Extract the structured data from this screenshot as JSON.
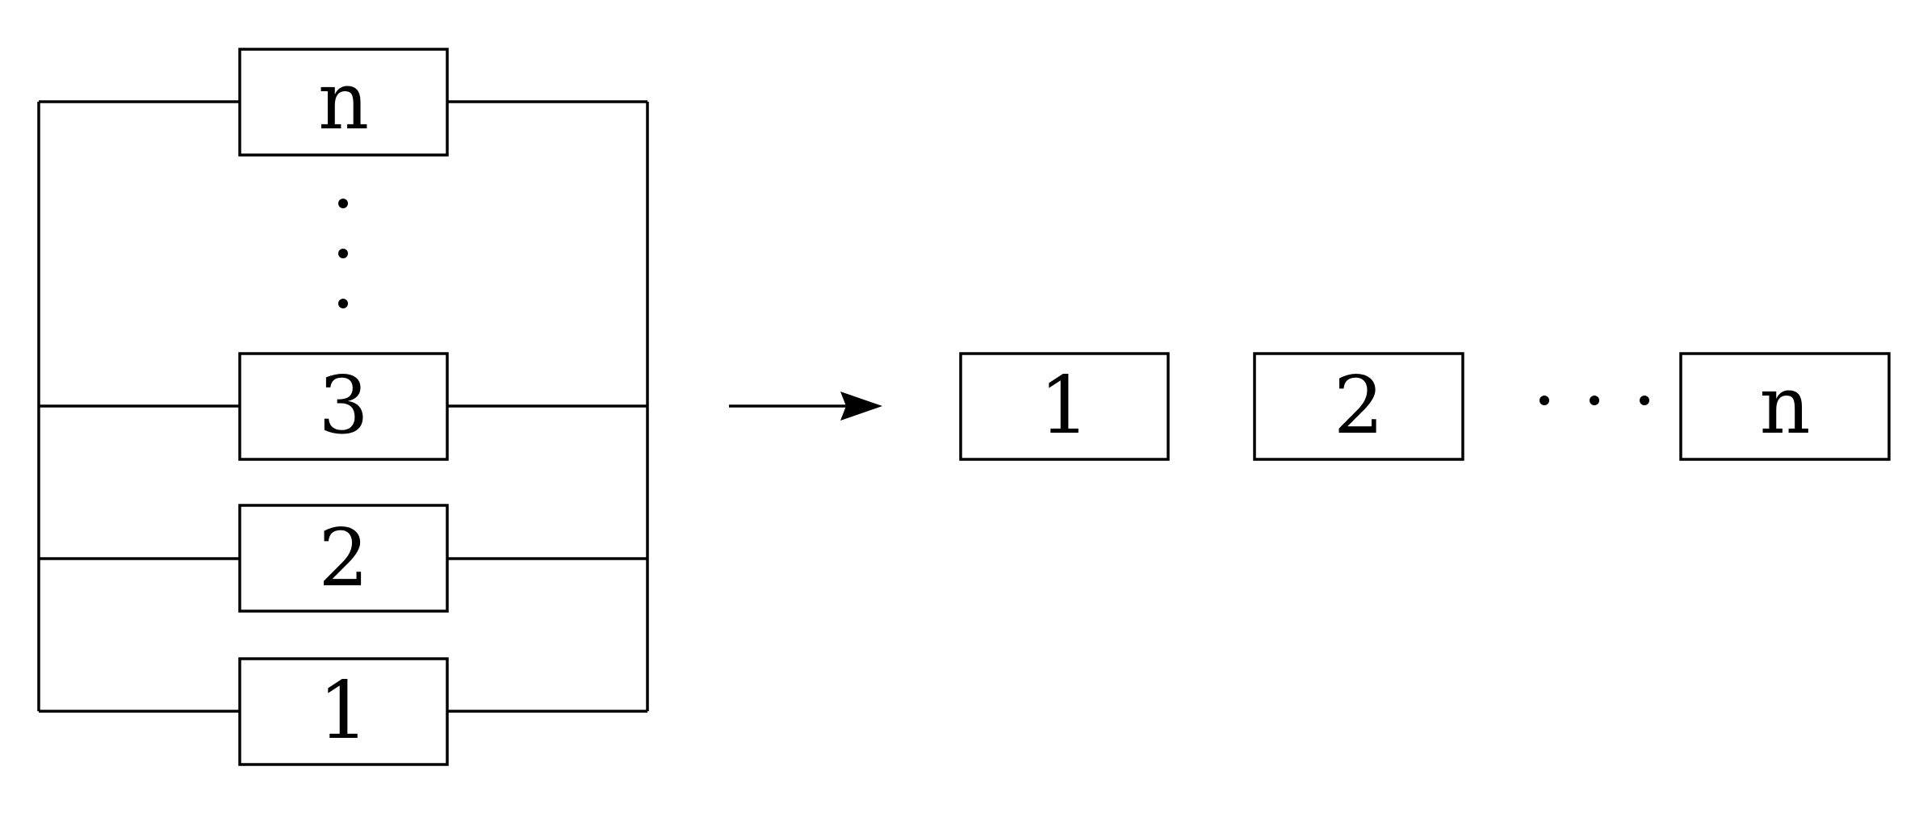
{
  "parallel": {
    "boxes": [
      {
        "label": "n"
      },
      {
        "label": "3"
      },
      {
        "label": "2"
      },
      {
        "label": "1"
      }
    ]
  },
  "series": {
    "boxes": [
      {
        "label": "1"
      },
      {
        "label": "2"
      },
      {
        "label": "n"
      }
    ]
  }
}
